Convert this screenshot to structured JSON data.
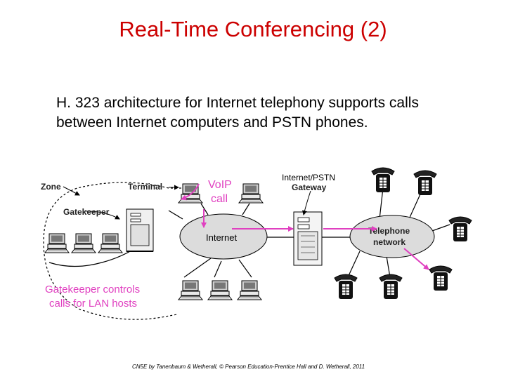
{
  "slide": {
    "title": "Real-Time Conferencing (2)",
    "bullet_line1": "H. 323 architecture for Internet telephony supports calls",
    "bullet_line2": "between Internet computers and PSTN phones.",
    "footer": "CN5E by Tanenbaum  & Wetherall, © Pearson Education-Prentice Hall and D. Wetherall, 2011"
  },
  "diagram": {
    "label_zone": "Zone",
    "label_terminal": "Terminal",
    "label_gatekeeper": "Gatekeeper",
    "label_internet": "Internet",
    "label_gateway_line1": "Internet/PSTN",
    "label_gateway_line2": "Gateway",
    "label_telephone_line1": "Telephone",
    "label_telephone_line2": "network",
    "annot_voip_line1": "VoIP",
    "annot_voip_line2": "call",
    "annot_gatekeeper_line1": "Gatekeeper controls",
    "annot_gatekeeper_line2": "calls for LAN hosts",
    "annotation_color": "#e040c0",
    "title_color": "#cc0000"
  }
}
